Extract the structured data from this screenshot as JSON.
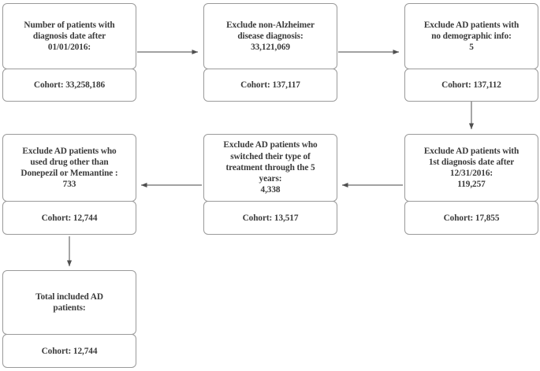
{
  "diagram": {
    "type": "flowchart",
    "orientation": "serpentine",
    "style": {
      "box_border_color": "#9a9a9a",
      "box_fill_color": "#ffffff",
      "text_color": "#3b3b3b",
      "connector_color": "#5a5a5a",
      "background_color": "#ffffff"
    },
    "nodes": [
      {
        "id": "initial",
        "row": 1,
        "col": 1,
        "title": "Number of patients with diagnosis date after 01/01/2016:",
        "cohort_label": "Cohort: 33,258,186",
        "cohort_value": 33258186
      },
      {
        "id": "exclude-nonad",
        "row": 1,
        "col": 2,
        "title": "Exclude non-Alzheimer disease diagnosis: 33,121,069",
        "excluded_value": 33121069,
        "cohort_label": "Cohort: 137,117",
        "cohort_value": 137117
      },
      {
        "id": "exclude-nodemo",
        "row": 1,
        "col": 3,
        "title": "Exclude AD patients with no demographic info: 5",
        "excluded_value": 5,
        "cohort_label": "Cohort: 137,112",
        "cohort_value": 137112
      },
      {
        "id": "exclude-date",
        "row": 2,
        "col": 3,
        "title": "Exclude AD patients with 1st diagnosis date after 12/31/2016: 119,257",
        "excluded_value": 119257,
        "cohort_label": "Cohort: 17,855",
        "cohort_value": 17855
      },
      {
        "id": "exclude-switch",
        "row": 2,
        "col": 2,
        "title": "Exclude AD patients who switched their type of treatment through the 5 years: 4,338",
        "excluded_value": 4338,
        "cohort_label": "Cohort: 13,517",
        "cohort_value": 13517
      },
      {
        "id": "exclude-drug",
        "row": 2,
        "col": 1,
        "title": "Exclude AD patients who used drug other than Donepezil or Memantine : 733",
        "excluded_value": 733,
        "cohort_label": "Cohort: 12,744",
        "cohort_value": 12744
      },
      {
        "id": "total",
        "row": 3,
        "col": 1,
        "title": "Total included AD patients:",
        "cohort_label": "Cohort: 12,744",
        "cohort_value": 12744
      }
    ],
    "node_text": {
      "initial": {
        "title_lines": "Number of patients with\ndiagnosis date after\n01/01/2016:",
        "cohort": "Cohort: 33,258,186"
      },
      "exclude_nonad": {
        "title_lines": "Exclude non-Alzheimer\ndisease diagnosis:\n33,121,069",
        "cohort": "Cohort: 137,117"
      },
      "exclude_nodemo": {
        "title_lines": "Exclude AD patients with\nno demographic info:\n5",
        "cohort": "Cohort: 137,112"
      },
      "exclude_date": {
        "title_lines": "Exclude AD patients with\n1st diagnosis date after\n12/31/2016:\n119,257",
        "cohort": "Cohort: 17,855"
      },
      "exclude_switch": {
        "title_lines": "Exclude AD patients who\nswitched their type of\ntreatment through the 5\nyears:\n4,338",
        "cohort": "Cohort: 13,517"
      },
      "exclude_drug": {
        "title_lines": "Exclude AD patients who\nused drug other than\nDonepezil or Memantine :\n733",
        "cohort": "Cohort: 12,744"
      },
      "total": {
        "title_lines": "Total included AD\npatients:",
        "cohort": "Cohort: 12,744"
      }
    },
    "edges": [
      {
        "id": "e1",
        "from": "initial",
        "to": "exclude-nonad",
        "direction": "right"
      },
      {
        "id": "e2",
        "from": "exclude-nonad",
        "to": "exclude-nodemo",
        "direction": "right"
      },
      {
        "id": "e3",
        "from": "exclude-nodemo",
        "to": "exclude-date",
        "direction": "down"
      },
      {
        "id": "e4",
        "from": "exclude-date",
        "to": "exclude-switch",
        "direction": "left"
      },
      {
        "id": "e5",
        "from": "exclude-switch",
        "to": "exclude-drug",
        "direction": "left"
      },
      {
        "id": "e6",
        "from": "exclude-drug",
        "to": "total",
        "direction": "down"
      }
    ]
  }
}
